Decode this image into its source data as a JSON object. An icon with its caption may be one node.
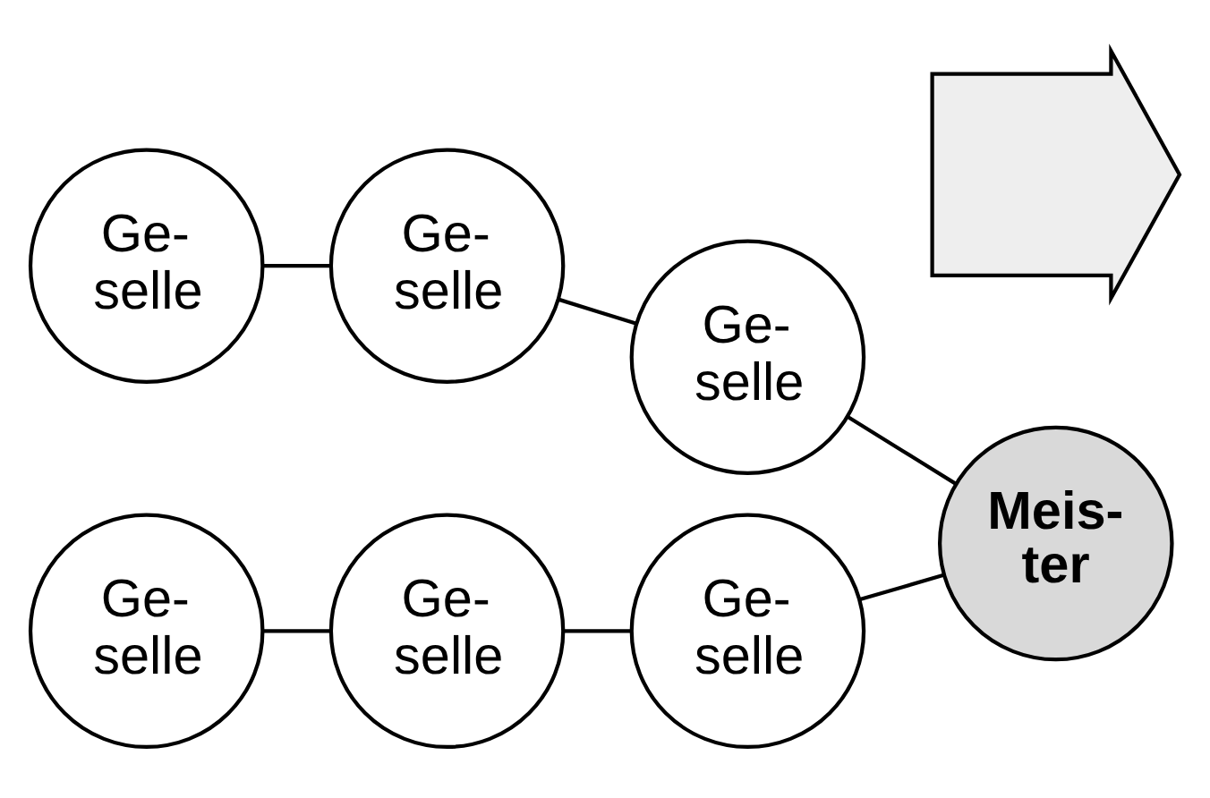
{
  "diagram": {
    "nodes": [
      {
        "text": [
          "Ge- selle"
        ]
      },
      {
        "text": [
          "Ge- selle"
        ]
      },
      {
        "text": [
          "Ge- selle"
        ]
      },
      {
        "text": [
          "Meis- ter"
        ]
      },
      {
        "text": [
          "Ge- selle"
        ]
      },
      {
        "text": [
          "Ge- selle"
        ]
      },
      {
        "text": [
          "Ge- selle"
        ]
      },
      {
        "text": [],
        "shape": "arrow"
      }
    ],
    "edges": [
      {
        "from": 0,
        "to": 1,
        "arrow": "none"
      },
      {
        "from": 1,
        "to": 2,
        "arrow": "none"
      },
      {
        "from": 2,
        "to": 3,
        "arrow": "none"
      },
      {
        "from": 4,
        "to": 3,
        "arrow": "none"
      },
      {
        "from": 5,
        "to": 4,
        "arrow": "none"
      },
      {
        "from": 6,
        "to": 5,
        "arrow": "none"
      }
    ]
  }
}
